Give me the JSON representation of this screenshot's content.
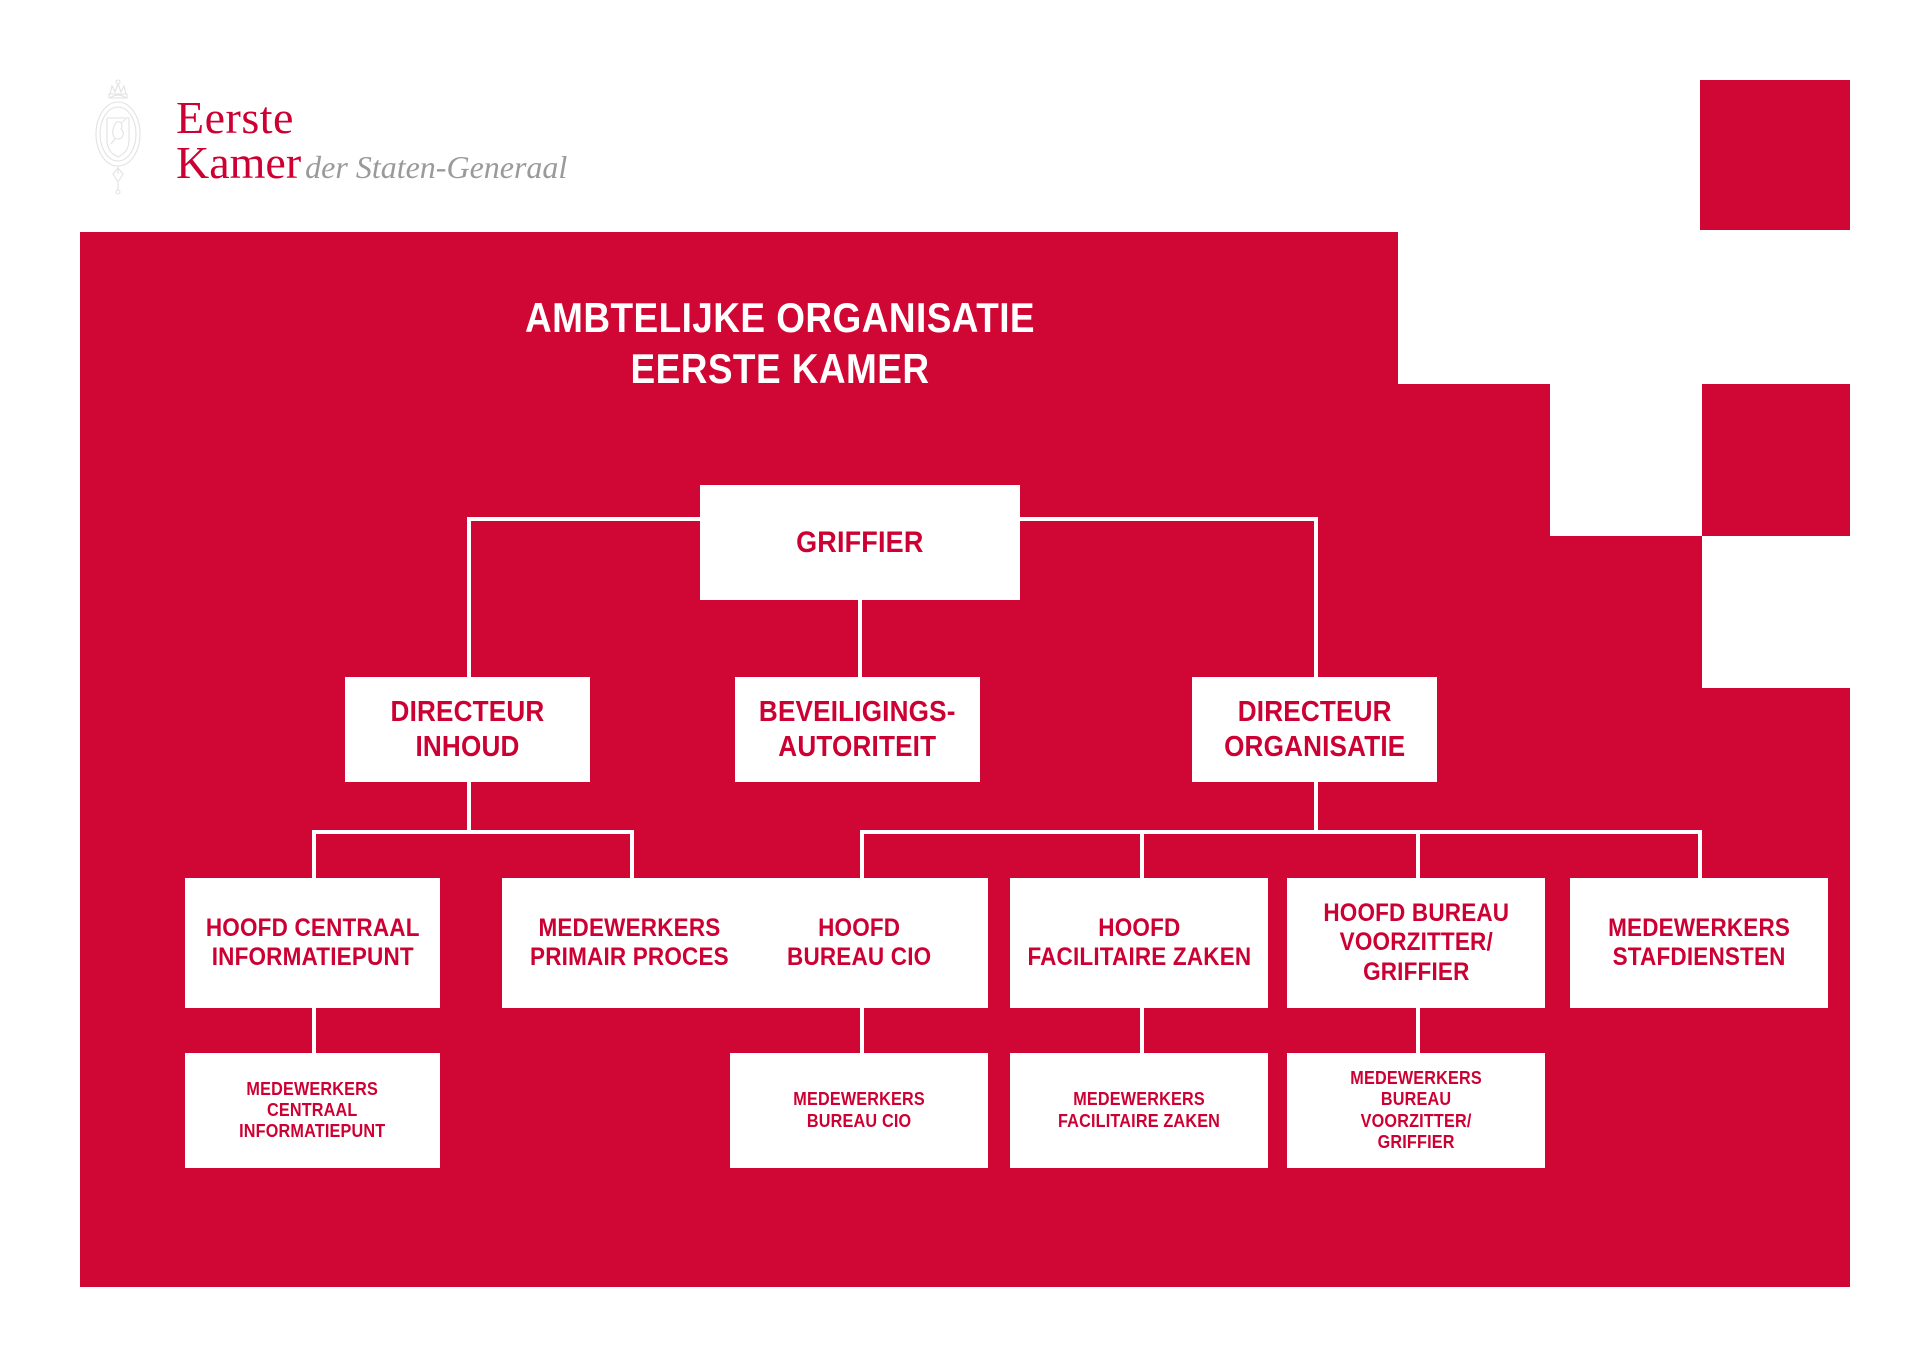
{
  "brand": {
    "crest_icon": "royal-coat-of-arms-icon",
    "line1": "Eerste",
    "line2": "Kamer",
    "suffix": "der Staten-Generaal"
  },
  "colors": {
    "brand_red": "#D00634",
    "text_red": "#CC0033",
    "panel_white": "#FFFFFF",
    "brand_gray": "#9A9A9A"
  },
  "chart_data": {
    "type": "org-chart",
    "title_line1": "AMBTELIJKE ORGANISATIE",
    "title_line2": "EERSTE KAMER",
    "nodes": [
      {
        "id": "griffier",
        "label": "GRIFFIER",
        "level": 1
      },
      {
        "id": "dir-inhoud",
        "label": "DIRECTEUR\nINHOUD",
        "level": 2
      },
      {
        "id": "beveiliging",
        "label": "BEVEILIGINGS-\nAUTORITEIT",
        "level": 2
      },
      {
        "id": "dir-organisatie",
        "label": "DIRECTEUR\nORGANISATIE",
        "level": 2
      },
      {
        "id": "hoofd-cip",
        "label": "HOOFD CENTRAAL\nINFORMATIEPUNT",
        "level": 3
      },
      {
        "id": "mdw-primair",
        "label": "MEDEWERKERS\nPRIMAIR PROCES",
        "level": 3
      },
      {
        "id": "hoofd-cio",
        "label": "HOOFD\nBUREAU CIO",
        "level": 3
      },
      {
        "id": "hoofd-fz",
        "label": "HOOFD\nFACILITAIRE ZAKEN",
        "level": 3
      },
      {
        "id": "hoofd-bvg",
        "label": "HOOFD BUREAU\nVOORZITTER/\nGRIFFIER",
        "level": 3
      },
      {
        "id": "mdw-staf",
        "label": "MEDEWERKERS\nSTAFDIENSTEN",
        "level": 3
      },
      {
        "id": "mdw-cip",
        "label": "MEDEWERKERS\nCENTRAAL\nINFORMATIEPUNT",
        "level": 4
      },
      {
        "id": "mdw-cio",
        "label": "MEDEWERKERS\nBUREAU CIO",
        "level": 4
      },
      {
        "id": "mdw-fz",
        "label": "MEDEWERKERS\nFACILITAIRE ZAKEN",
        "level": 4
      },
      {
        "id": "mdw-bvg",
        "label": "MEDEWERKERS\nBUREAU\nVOORZITTER/\nGRIFFIER",
        "level": 4
      }
    ],
    "edges": [
      {
        "from": "griffier",
        "to": "dir-inhoud"
      },
      {
        "from": "griffier",
        "to": "beveiliging"
      },
      {
        "from": "griffier",
        "to": "dir-organisatie"
      },
      {
        "from": "dir-inhoud",
        "to": "hoofd-cip"
      },
      {
        "from": "dir-inhoud",
        "to": "mdw-primair"
      },
      {
        "from": "dir-organisatie",
        "to": "hoofd-cio"
      },
      {
        "from": "dir-organisatie",
        "to": "hoofd-fz"
      },
      {
        "from": "dir-organisatie",
        "to": "hoofd-bvg"
      },
      {
        "from": "dir-organisatie",
        "to": "mdw-staf"
      },
      {
        "from": "hoofd-cip",
        "to": "mdw-cip"
      },
      {
        "from": "hoofd-cio",
        "to": "mdw-cio"
      },
      {
        "from": "hoofd-fz",
        "to": "mdw-fz"
      },
      {
        "from": "hoofd-bvg",
        "to": "mdw-bvg"
      }
    ]
  }
}
